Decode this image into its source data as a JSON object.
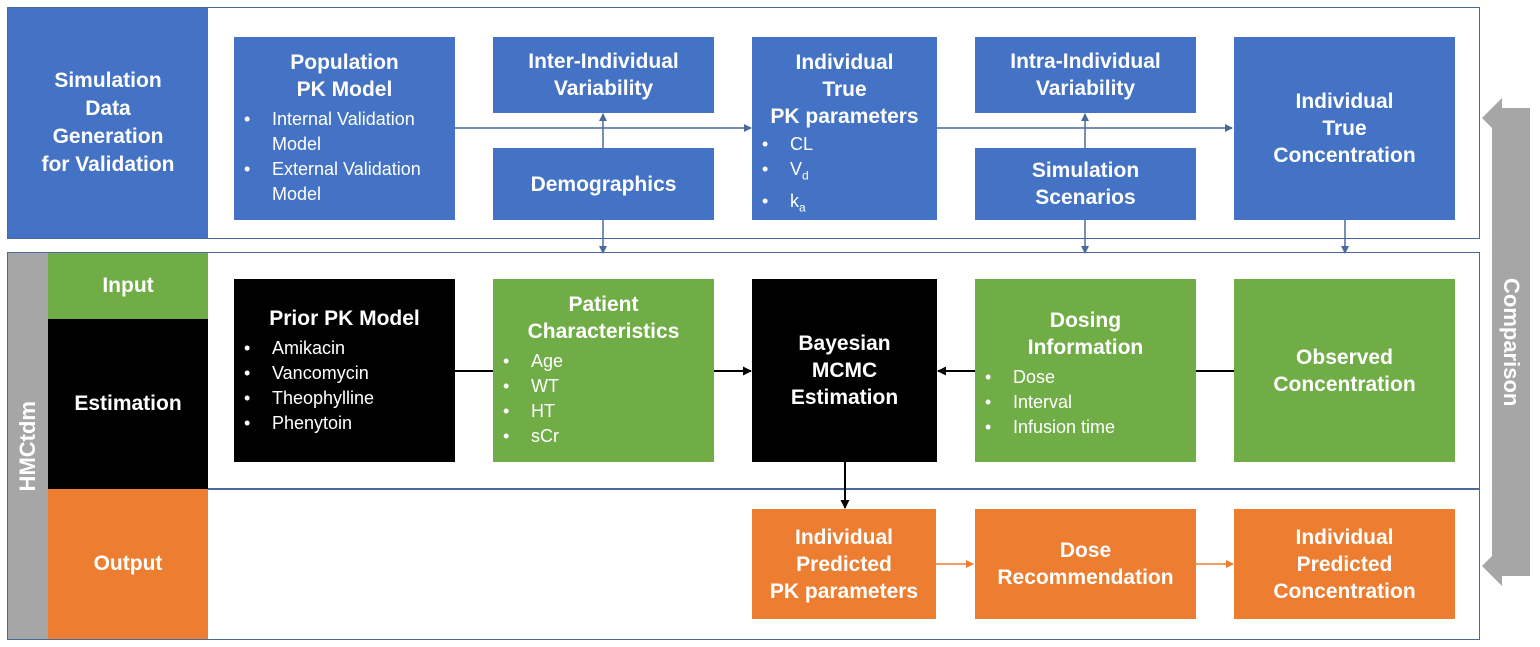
{
  "sections": {
    "simulation": "Simulation\nData\nGeneration\nfor Validation",
    "hmctdm": "HMCtdm",
    "input": "Input",
    "estimation": "Estimation",
    "output": "Output",
    "comparison": "Comparison"
  },
  "simulation_row": {
    "population_pk": {
      "title": "Population\nPK Model",
      "items": [
        "Internal Validation Model",
        "External Validation Model"
      ]
    },
    "inter_variability": "Inter-Individual\nVariability",
    "demographics": "Demographics",
    "true_pk": {
      "title": "Individual\nTrue\nPK parameters",
      "items": [
        "CL",
        "V",
        "k"
      ],
      "subscripts": [
        "",
        "d",
        "a"
      ]
    },
    "intra_variability": "Intra-Individual\nVariability",
    "scenarios": "Simulation\nScenarios",
    "true_conc": "Individual\nTrue\nConcentration"
  },
  "estimation_row": {
    "prior_pk": {
      "title": "Prior PK Model",
      "items": [
        "Amikacin",
        "Vancomycin",
        "Theophylline",
        "Phenytoin"
      ]
    },
    "patient": {
      "title": "Patient\nCharacteristics",
      "items": [
        "Age",
        "WT",
        "HT",
        "sCr"
      ]
    },
    "bayesian": "Bayesian\nMCMC\nEstimation",
    "dosing": {
      "title": "Dosing\nInformation",
      "items": [
        "Dose",
        "Interval",
        "Infusion time"
      ]
    },
    "observed": "Observed\nConcentration"
  },
  "output_row": {
    "pred_pk": "Individual\nPredicted\nPK parameters",
    "dose_rec": "Dose\nRecommendation",
    "pred_conc": "Individual\nPredicted\nConcentration"
  },
  "colors": {
    "blue": "#4472c4",
    "green": "#70ad47",
    "black": "#000000",
    "orange": "#ed7d31",
    "grey": "#a6a6a6",
    "frame": "#4a6a9e"
  }
}
